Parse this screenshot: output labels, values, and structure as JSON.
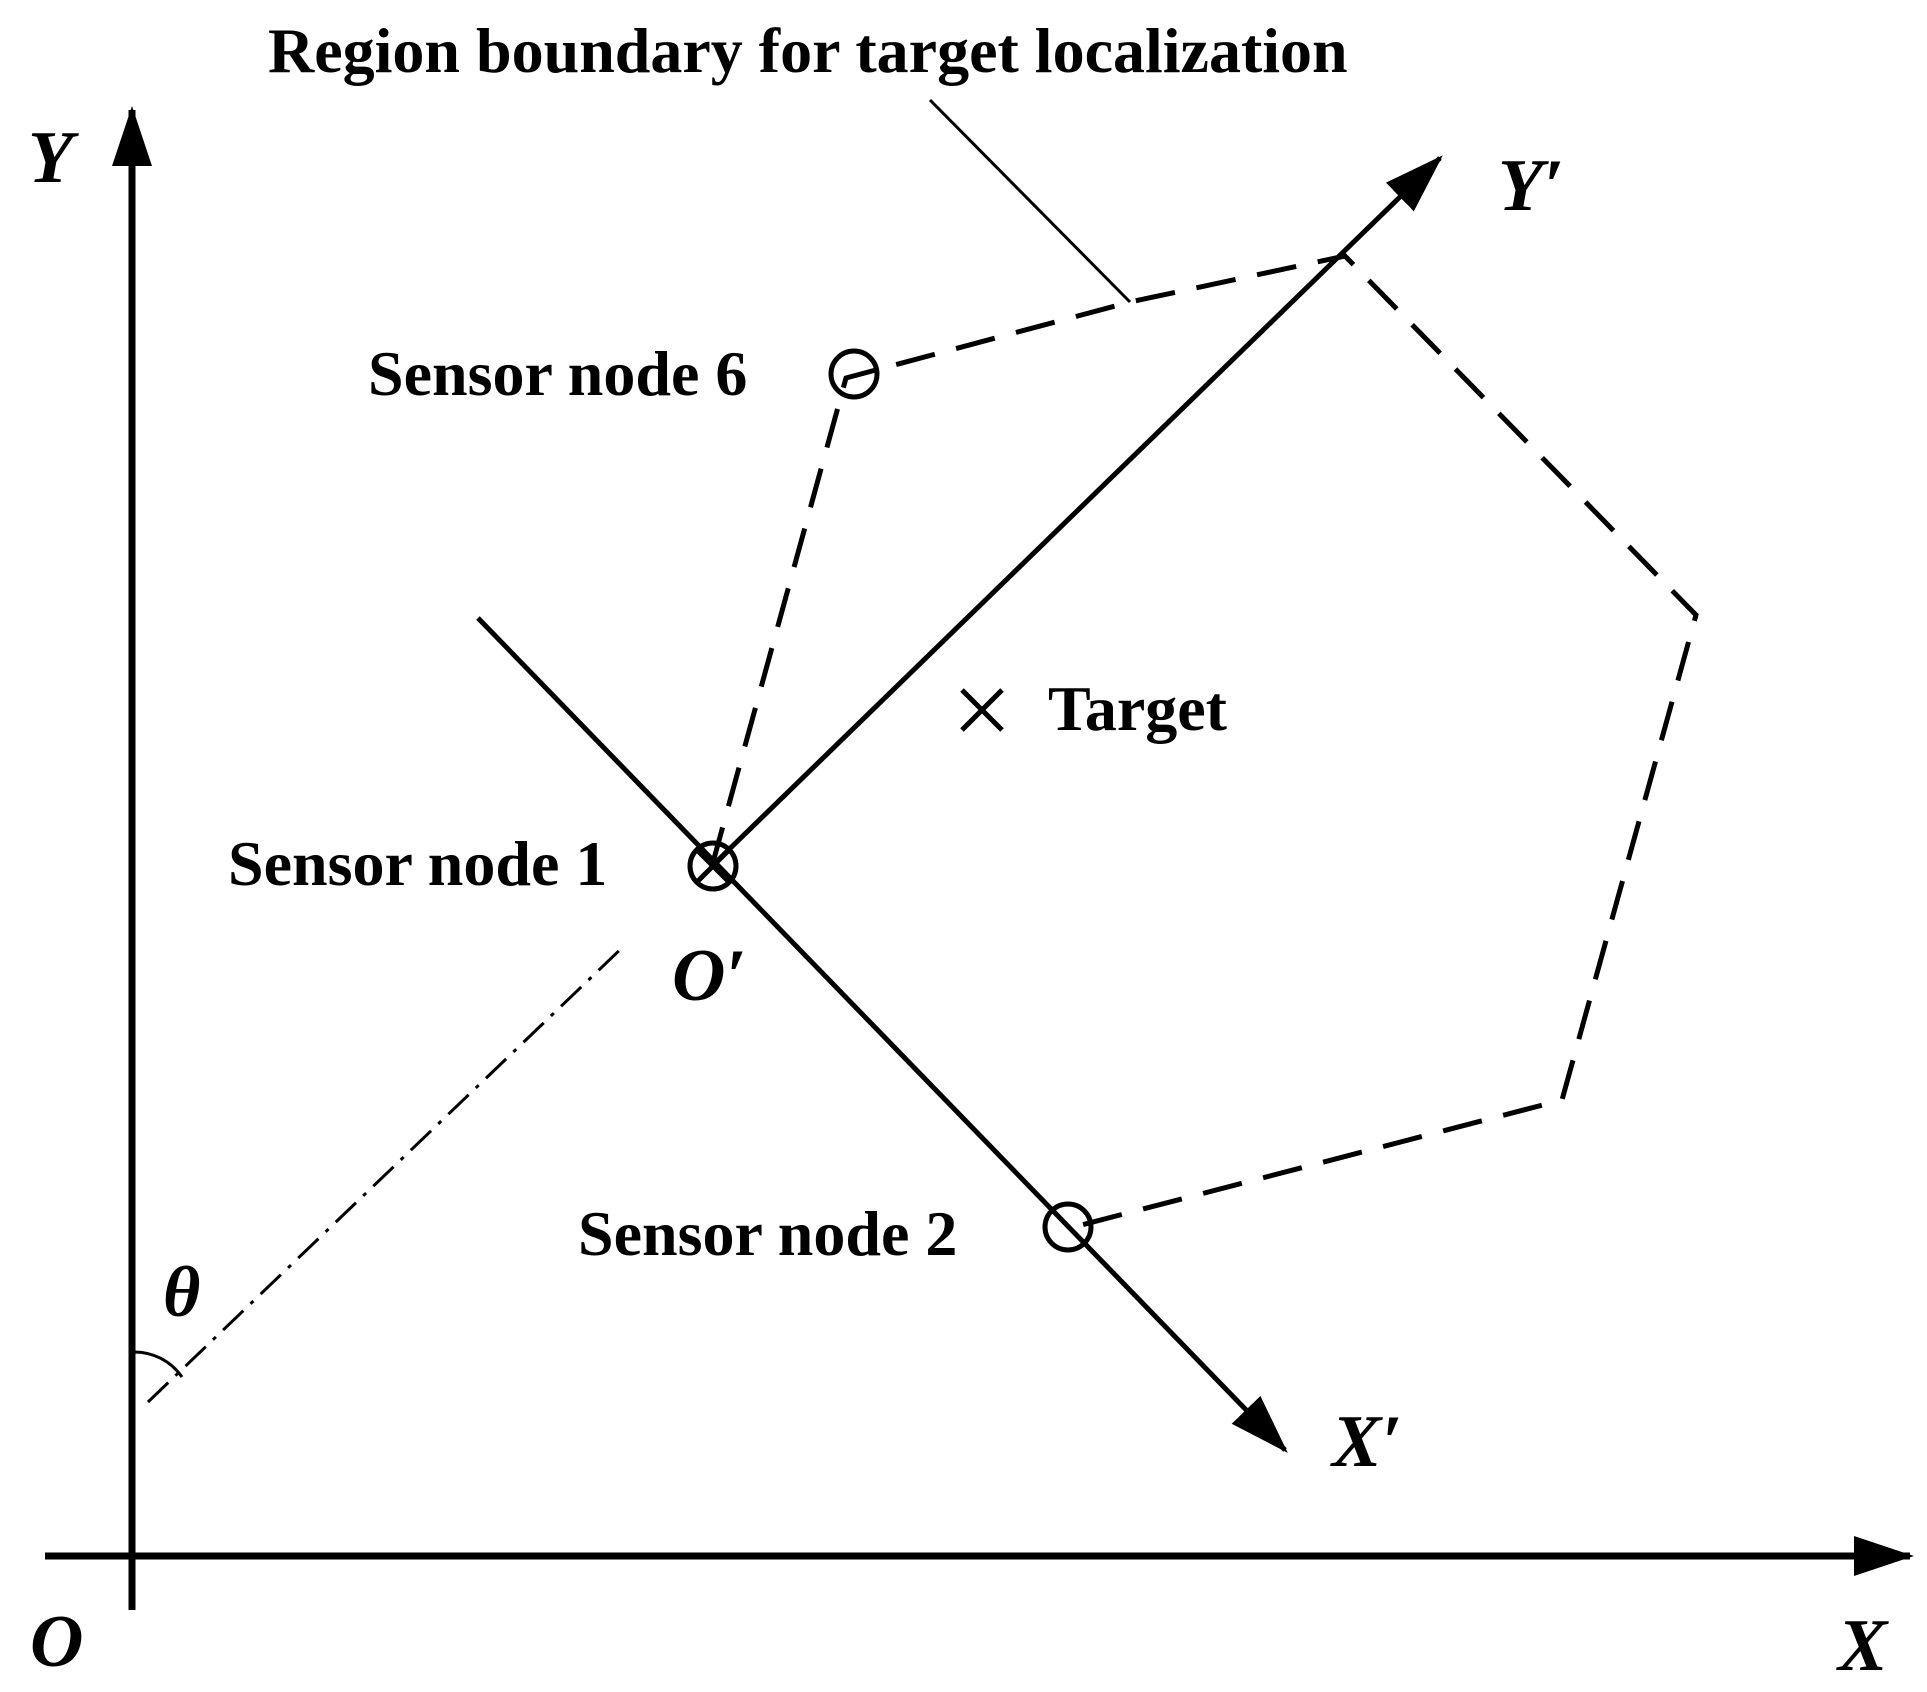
{
  "title": "Region boundary for target localization",
  "axes": {
    "y_label": "Y",
    "x_label": "X",
    "origin_label": "O",
    "y_prime_label": "Y′",
    "x_prime_label": "X′",
    "origin_prime_label": "O′",
    "angle_label": "θ"
  },
  "nodes": {
    "node1_label": "Sensor node 1",
    "node2_label": "Sensor node 2",
    "node6_label": "Sensor node 6"
  },
  "target_label": "Target",
  "colors": {
    "ink": "#000000",
    "background": "#ffffff"
  }
}
